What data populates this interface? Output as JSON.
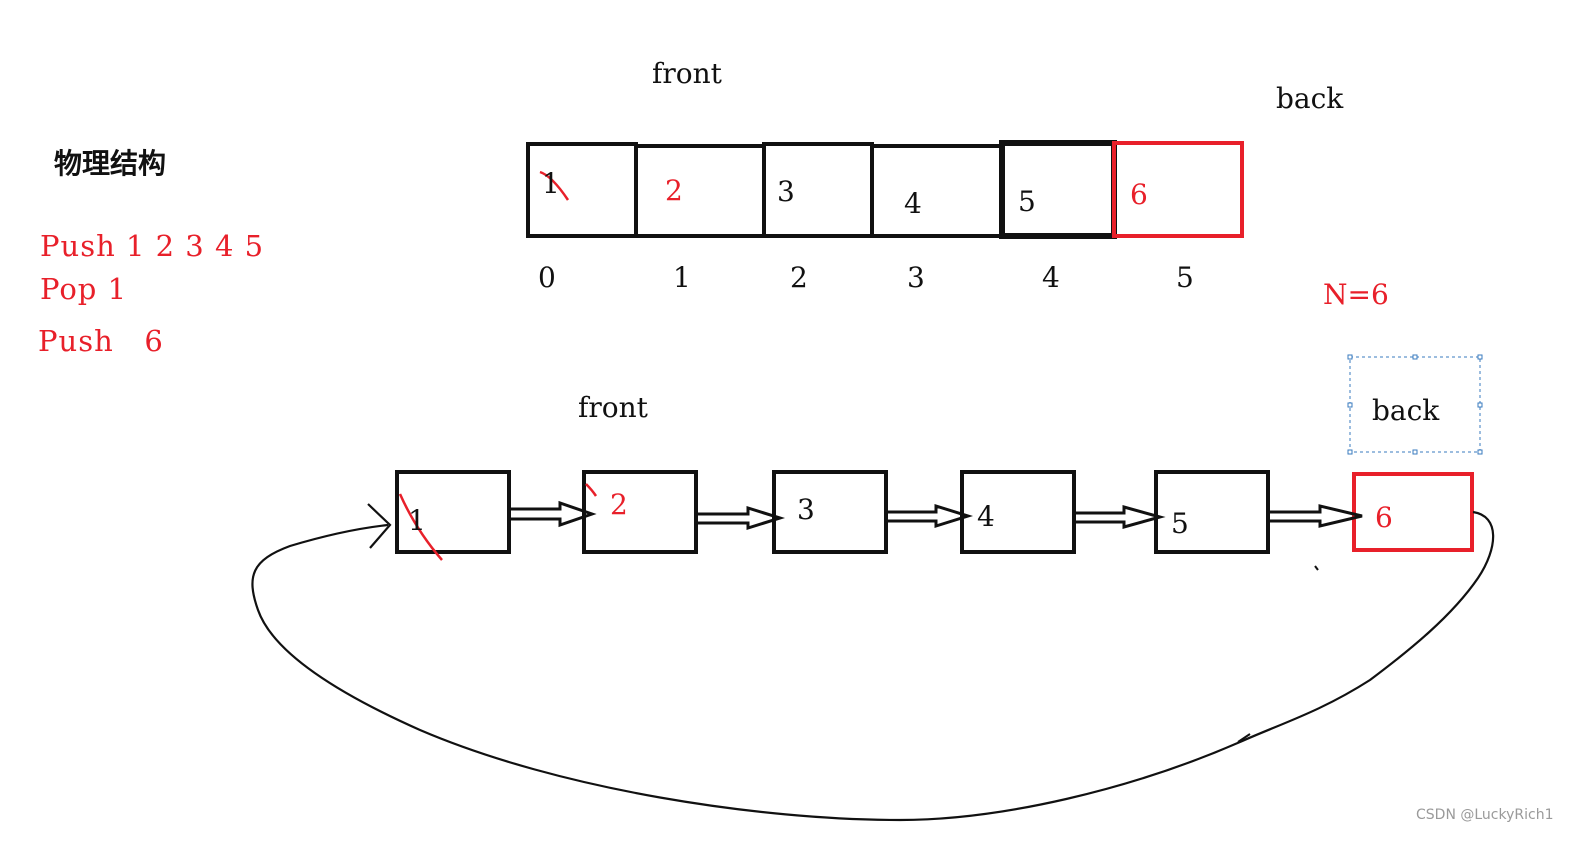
{
  "title": "物理结构",
  "operations": {
    "push1": "Push 1 2 3 4 5",
    "pop": "Pop 1",
    "push2": "Push   6"
  },
  "array": {
    "front_label": "front",
    "back_label": "back",
    "cells": [
      "1",
      "2",
      "3",
      "4",
      "5",
      "6"
    ],
    "indices": [
      "0",
      "1",
      "2",
      "3",
      "4",
      "5"
    ],
    "n_label": "N=6"
  },
  "list": {
    "front_label": "front",
    "back_label": "back",
    "nodes": [
      "1",
      "2",
      "3",
      "4",
      "5",
      "6"
    ]
  },
  "watermark": "CSDN @LuckyRich1",
  "colors": {
    "highlight": "#e8202a",
    "ink": "#111111",
    "selection": "#3a7bbf"
  }
}
